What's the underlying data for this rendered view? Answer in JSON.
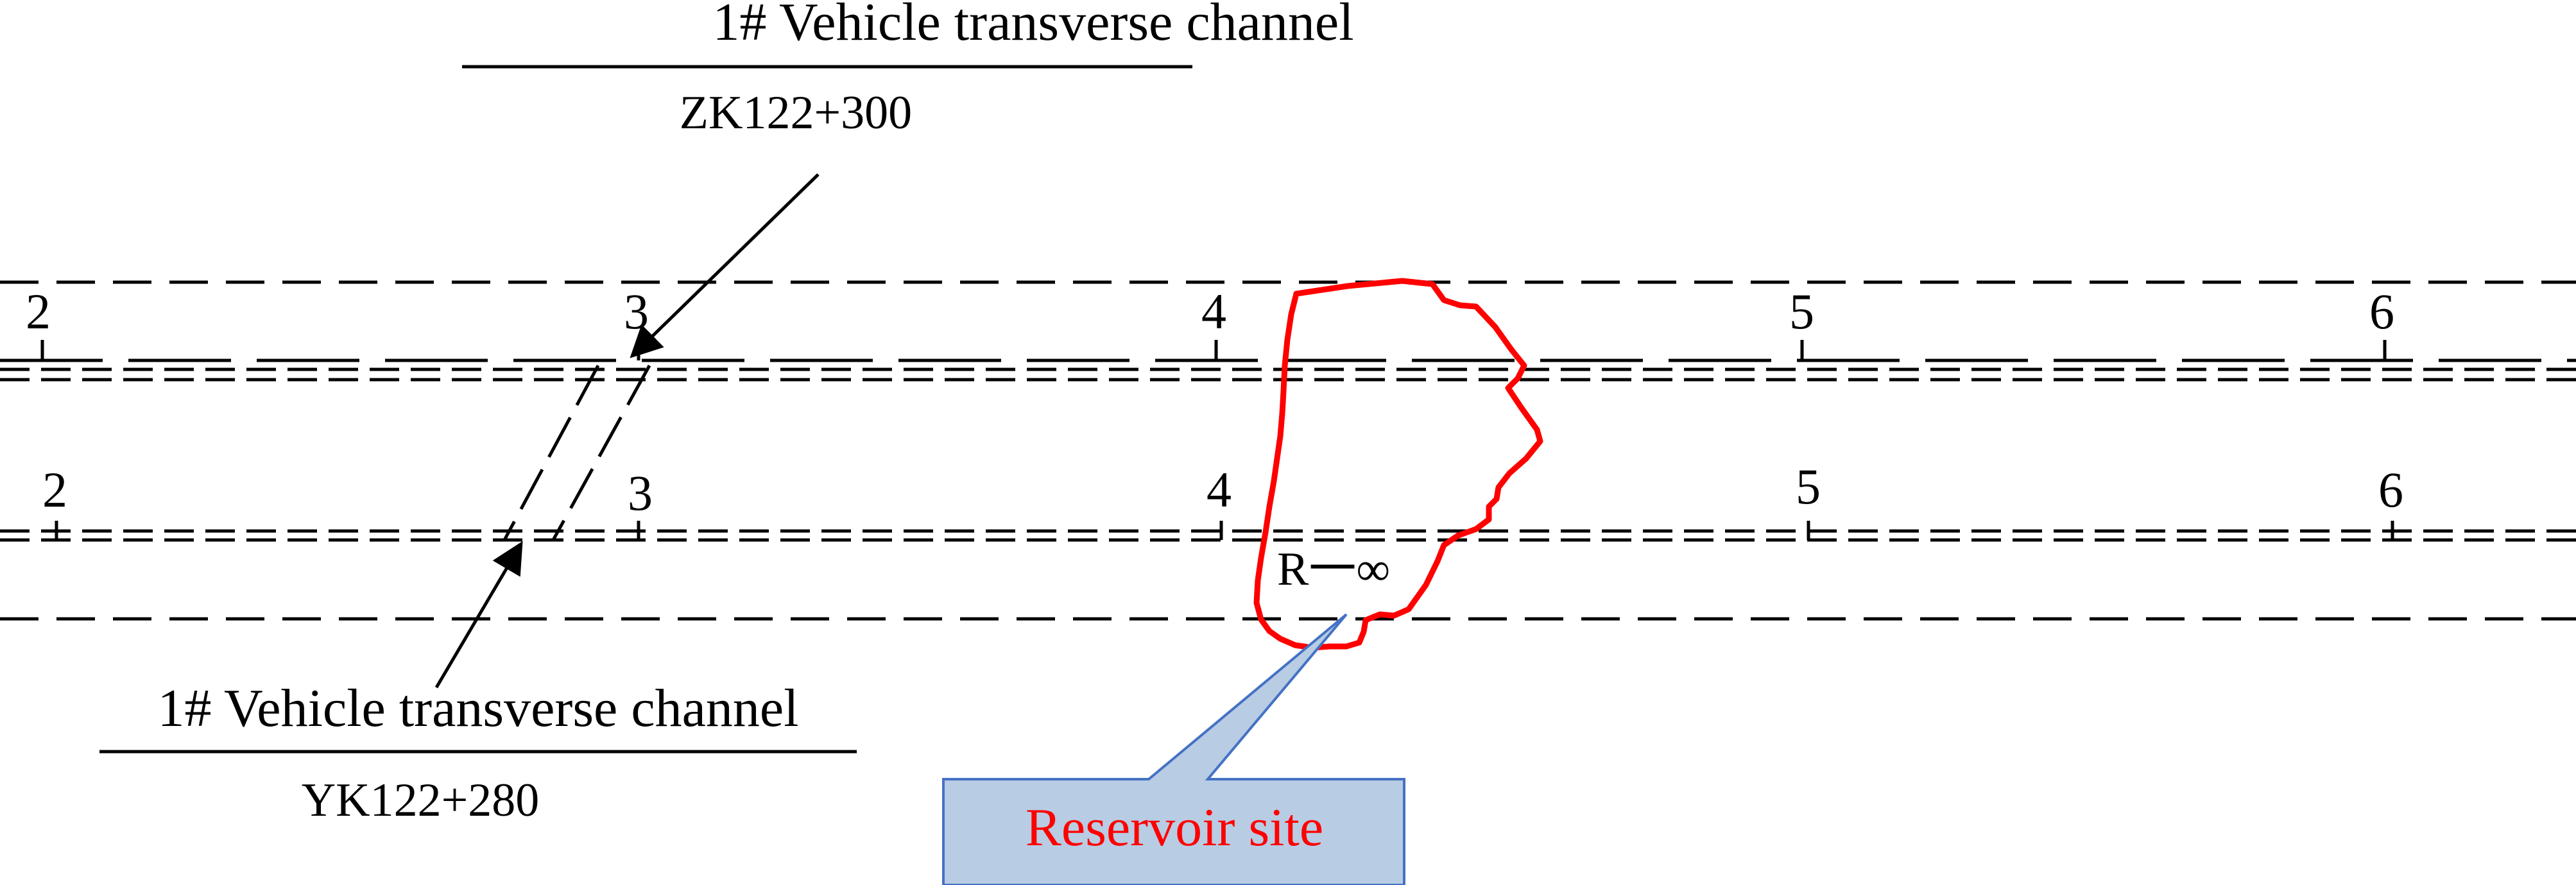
{
  "colors": {
    "line": "#000000",
    "reservoir_outline": "#ff0000",
    "callout_fill": "#b8cce4",
    "callout_border": "#4472c4",
    "callout_text": "#ff0000"
  },
  "top_channel": {
    "title": "1# Vehicle transverse channel",
    "station": "ZK122+300"
  },
  "bottom_channel": {
    "title": "1# Vehicle transverse channel",
    "station": "YK122+280"
  },
  "left_tunnel_km_marks": [
    "2",
    "3",
    "4",
    "5",
    "6"
  ],
  "right_tunnel_km_marks": [
    "2",
    "3",
    "4",
    "5",
    "6"
  ],
  "reservoir": {
    "radius_label": "R一∞",
    "callout": "Reservoir site"
  }
}
